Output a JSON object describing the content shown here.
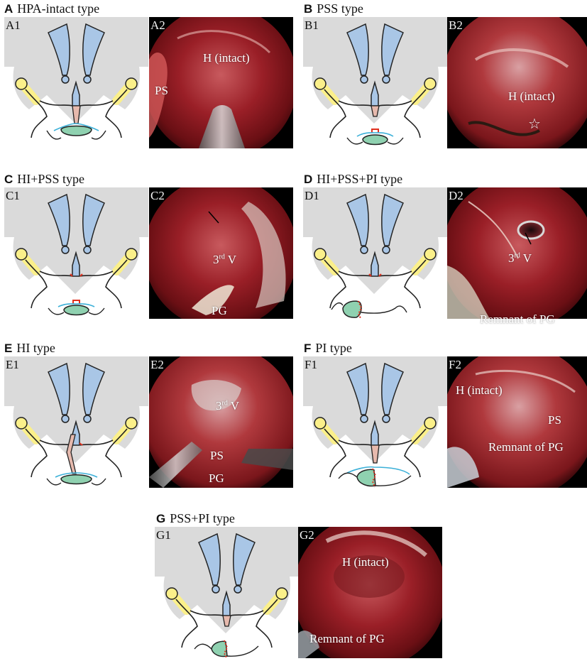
{
  "colors": {
    "bone": "#dadada",
    "ventricle": "#a9c6e6",
    "optic_nerve": "#fbf08a",
    "stalk": "#e6b9ad",
    "gland": "#8fd1b0",
    "diaphragm": "#3bb0d8",
    "lesion": "#e0301e",
    "outline": "#222222"
  },
  "panels": [
    {
      "letter": "A",
      "title": "HPA-intact type",
      "sub1": "A1",
      "sub2": "A2",
      "labels": {
        "h_intact": "H (intact)",
        "ps": "PS"
      }
    },
    {
      "letter": "B",
      "title": "PSS type",
      "sub1": "B1",
      "sub2": "B2",
      "labels": {
        "h_intact": "H (intact)",
        "star": "☆"
      }
    },
    {
      "letter": "C",
      "title": "HI+PSS type",
      "sub1": "C1",
      "sub2": "C2",
      "labels": {
        "v_num": "3",
        "v_sup": "rd",
        "v_letter": " V",
        "pg": "PG"
      }
    },
    {
      "letter": "D",
      "title": "HI+PSS+PI type",
      "sub1": "D1",
      "sub2": "D2",
      "labels": {
        "v_num": "3",
        "v_sup": "rd",
        "v_letter": " V",
        "remnant": "Remnant of PG"
      }
    },
    {
      "letter": "E",
      "title": "HI type",
      "sub1": "E1",
      "sub2": "E2",
      "labels": {
        "v_num": "3",
        "v_sup": "rd",
        "v_letter": " V",
        "ps": "PS",
        "pg": "PG"
      }
    },
    {
      "letter": "F",
      "title": "PI type",
      "sub1": "F1",
      "sub2": "F2",
      "labels": {
        "h_intact": "H (intact)",
        "ps": "PS",
        "remnant": "Remnant of PG"
      }
    },
    {
      "letter": "G",
      "title": "PSS+PI type",
      "sub1": "G1",
      "sub2": "G2",
      "labels": {
        "h_intact": "H (intact)",
        "remnant": "Remnant of PG"
      }
    }
  ]
}
